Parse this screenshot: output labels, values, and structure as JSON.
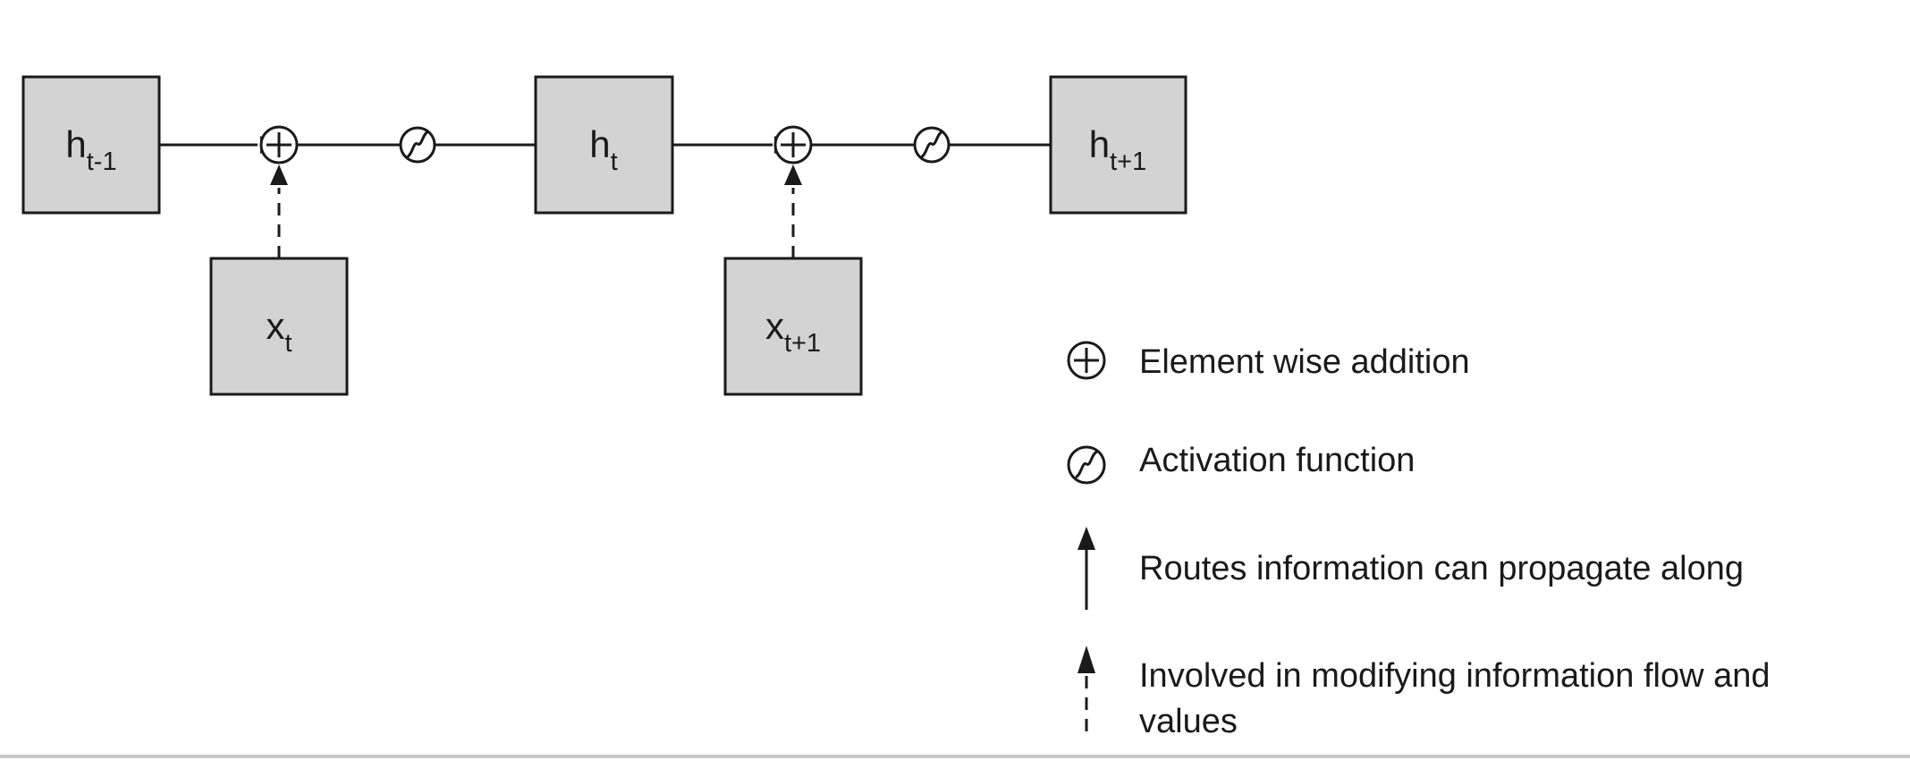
{
  "diagram": {
    "nodes": [
      {
        "id": "h_prev",
        "base": "h",
        "sub": "t-1"
      },
      {
        "id": "h_cur",
        "base": "h",
        "sub": "t"
      },
      {
        "id": "h_next",
        "base": "h",
        "sub": "t+1"
      },
      {
        "id": "x_cur",
        "base": "x",
        "sub": "t"
      },
      {
        "id": "x_next",
        "base": "x",
        "sub": "t+1"
      }
    ],
    "operators": [
      {
        "id": "add_1",
        "type": "element-wise-addition"
      },
      {
        "id": "act_1",
        "type": "activation-function"
      },
      {
        "id": "add_2",
        "type": "element-wise-addition"
      },
      {
        "id": "act_2",
        "type": "activation-function"
      }
    ],
    "edges": [
      {
        "from": "h_prev",
        "to": "add_1",
        "style": "solid",
        "arrow": true
      },
      {
        "from": "x_cur",
        "to": "add_1",
        "style": "dashed",
        "arrow": true
      },
      {
        "from": "add_1",
        "to": "act_1",
        "style": "solid",
        "arrow": false
      },
      {
        "from": "act_1",
        "to": "h_cur",
        "style": "solid",
        "arrow": false
      },
      {
        "from": "h_cur",
        "to": "add_2",
        "style": "solid",
        "arrow": true
      },
      {
        "from": "x_next",
        "to": "add_2",
        "style": "dashed",
        "arrow": true
      },
      {
        "from": "add_2",
        "to": "act_2",
        "style": "solid",
        "arrow": false
      },
      {
        "from": "act_2",
        "to": "h_next",
        "style": "solid",
        "arrow": false
      }
    ]
  },
  "legend": {
    "items": [
      {
        "icon": "element-wise-addition-icon",
        "label": "Element wise addition"
      },
      {
        "icon": "activation-function-icon",
        "label": "Activation function"
      },
      {
        "icon": "solid-arrow-icon",
        "label": "Routes information can propagate along"
      },
      {
        "icon": "dashed-arrow-icon",
        "label_lines": [
          "Involved in modifying information flow and",
          "values"
        ]
      }
    ]
  },
  "colors": {
    "node_fill": "#d3d3d3",
    "stroke": "#1a1a1a",
    "background": "#ffffff"
  }
}
